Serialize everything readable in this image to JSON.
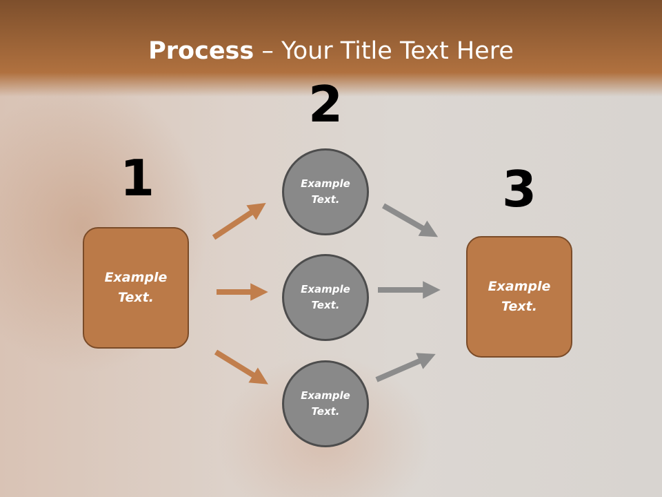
{
  "title": {
    "bold": "Process",
    "rest": " – Your Title Text Here"
  },
  "steps": [
    {
      "number": "1",
      "label": "Example Text."
    },
    {
      "number": "2",
      "label": "Example Text."
    },
    {
      "number": "3",
      "label": "Example Text."
    }
  ],
  "middle_nodes": [
    {
      "label": "Example Text."
    },
    {
      "label": "Example Text."
    },
    {
      "label": "Example Text."
    }
  ],
  "colors": {
    "accent_brown": "#bb7a48",
    "circle_gray": "#898989",
    "arrow_brown": "#c17e4c",
    "arrow_gray": "#8c8c8c"
  }
}
